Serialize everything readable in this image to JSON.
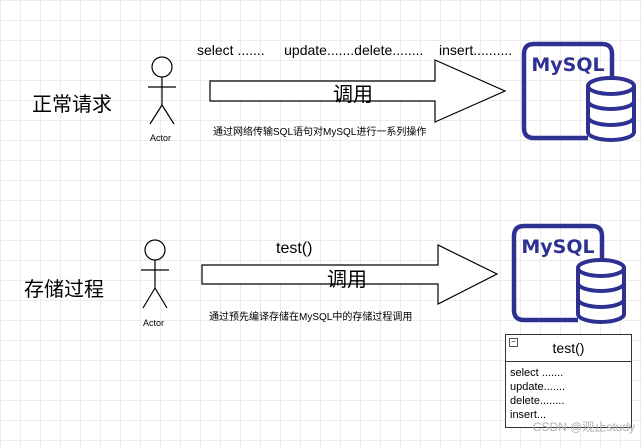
{
  "top": {
    "label": "正常请求",
    "actor": "Actor",
    "ops": "select .......     update.......delete........    insert..........",
    "arrow_text": "调用",
    "caption": "通过网络传输SQL语句对MySQL进行一系列操作",
    "db_logo": "MySQL"
  },
  "bottom": {
    "label": "存储过程",
    "actor": "Actor",
    "call": "test()",
    "arrow_text": "调用",
    "caption": "通过预先编译存储在MySQL中的存储过程调用",
    "db_logo": "MySQL",
    "box": {
      "toggle": "−",
      "title": "test()",
      "lines": [
        "select .......",
        "update.......",
        "delete........",
        "insert..."
      ]
    }
  },
  "watermark": "CSDN @观止study",
  "colors": {
    "mysql": "#2e3192",
    "stroke": "#000000",
    "grid": "#ececec"
  }
}
